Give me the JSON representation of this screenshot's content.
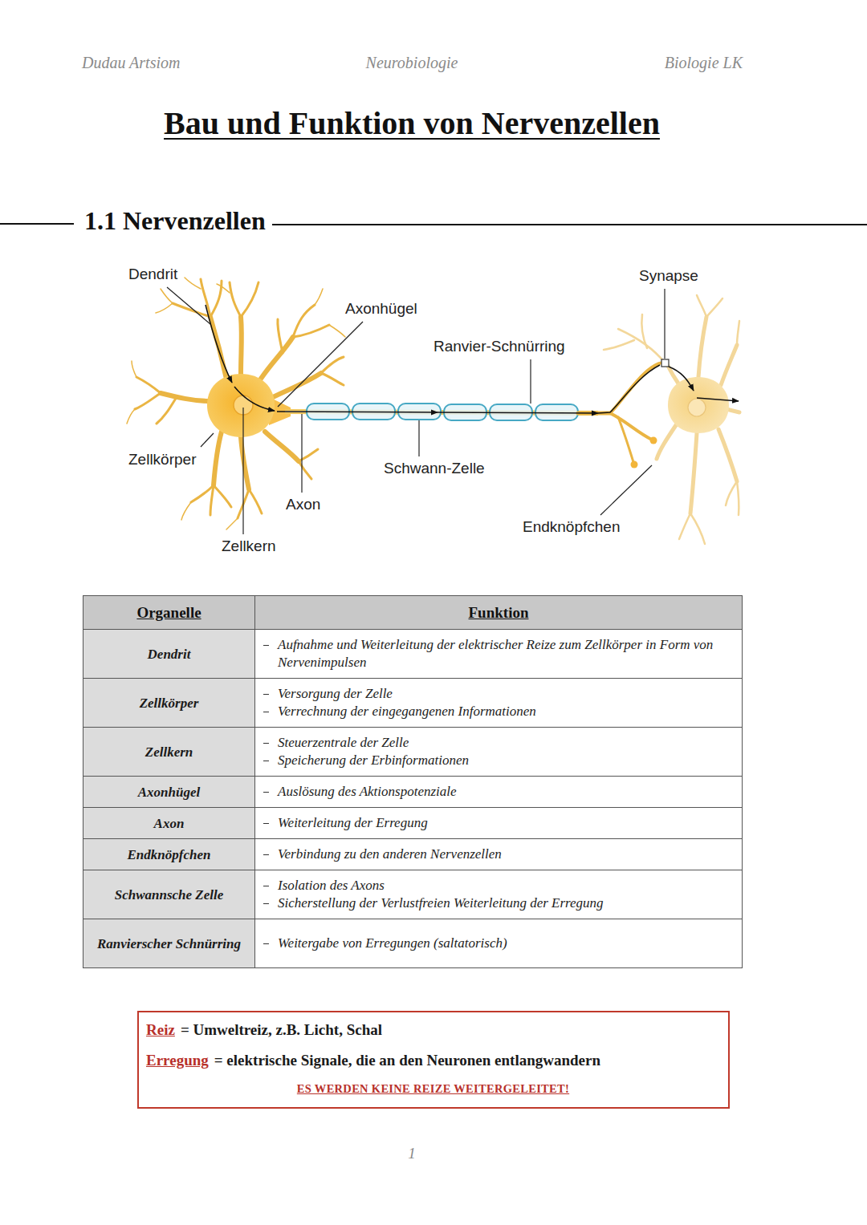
{
  "diagram": {
    "title": "Bau und Funktion von Nervenzellen",
    "nodes": [
      {
        "text": [
          "Reiz",
          "= Umweltreiz, z.B. Licht, Schal",
          "Erregung",
          "= elektrische Signale, die an den Neuronen entlangwandern",
          "ES WERDEN KEINE REIZE WEITERGELEITET!"
        ]
      }
    ],
    "labels": [
      "Dudau Artsiom",
      "Neurobiologie",
      "Biologie LK",
      "1.1 Nervenzellen",
      "Dendrit",
      "Synapse",
      "Axonhügel",
      "Ranvier-Schnürring",
      "Zellkörper",
      "Schwann-Zelle",
      "Axon",
      "Endknöpfchen",
      "Zellkern",
      "Organelle",
      "Funktion",
      "Dendrit",
      "Aufnahme und Weiterleitung der elektrischer Reize zum Zellkörper in Form von Nervenimpulsen",
      "Zellkörper",
      "Versorgung der Zelle",
      "Verrechnung der eingegangenen Informationen",
      "Zellkern",
      "Steuerzentrale der Zelle",
      "Speicherung der Erbinformationen",
      "Axonhügel",
      "Auslösung des Aktionspotenziale",
      "Axon",
      "Weiterleitung der Erregung",
      "Endknöpfchen",
      "Verbindung zu den anderen Nervenzellen",
      "Schwannsche Zelle",
      "Isolation des Axons",
      "Sicherstellung der Verlustfreien Weiterleitung der Erregung",
      "Ranvierscher Schnürring",
      "Weitergabe von Erregungen (saltatorisch)",
      "1"
    ]
  }
}
